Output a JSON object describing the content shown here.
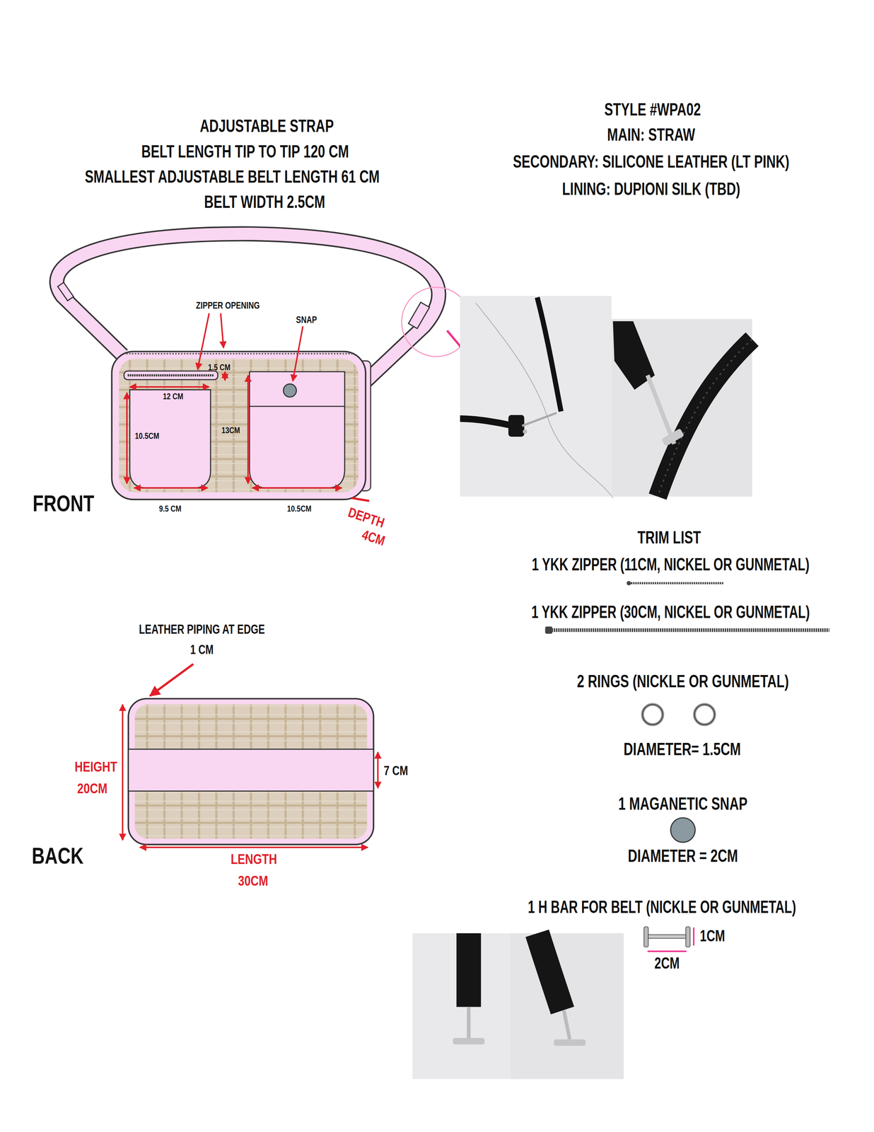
{
  "diagram": {
    "labels": [
      "ADJUSTABLE STRAP",
      "BELT LENGTH TIP TO TIP 120 CM",
      "SMALLEST ADJUSTABLE BELT LENGTH 61 CM",
      "BELT WIDTH 2.5CM",
      "STYLE #WPA02",
      "MAIN: STRAW",
      "SECONDARY: SILICONE LEATHER (LT PINK)",
      "LINING: DUPIONI SILK (TBD)",
      "ZIPPER OPENING",
      "SNAP",
      "1.5 CM",
      "12 CM",
      "10.5CM",
      "13CM",
      "9.5 CM",
      "10.5CM",
      "FRONT",
      "DEPTH",
      "4CM",
      "TRIM LIST",
      "1 YKK ZIPPER (11CM, NICKEL OR GUNMETAL)",
      "1 YKK ZIPPER (30CM, NICKEL OR GUNMETAL)",
      "2 RINGS (NICKLE OR GUNMETAL)",
      "DIAMETER= 1.5CM",
      "1 MAGANETIC SNAP",
      "DIAMETER = 2CM",
      "1 H BAR FOR BELT (NICKLE OR GUNMETAL)",
      "1CM",
      "2CM",
      "LEATHER PIPING AT EDGE",
      "1 CM",
      "HEIGHT",
      "20CM",
      "7 CM",
      "BACK",
      "LENGTH",
      "30CM"
    ]
  }
}
